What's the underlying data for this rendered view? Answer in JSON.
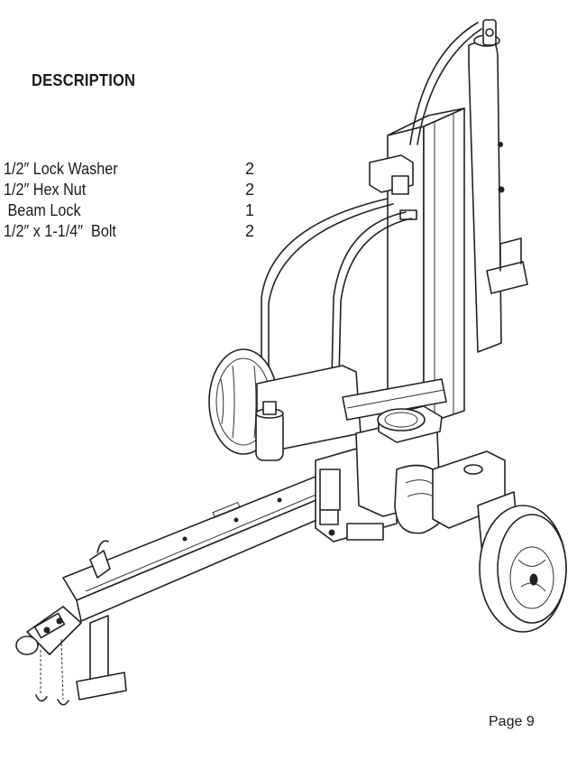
{
  "heading": "DESCRIPTION",
  "parts": [
    {
      "description": "1/2″ Lock Washer",
      "qty": "2"
    },
    {
      "description": "1/2″ Hex Nut",
      "qty": "2"
    },
    {
      "description": " Beam Lock",
      "qty": "1"
    },
    {
      "description": "1/2″ x 1-1/4″  Bolt",
      "qty": "2"
    }
  ],
  "page_number": "Page 9",
  "illustration": {
    "subject": "log-splitter-illustration",
    "line_color": "#222222",
    "background": "#ffffff"
  }
}
